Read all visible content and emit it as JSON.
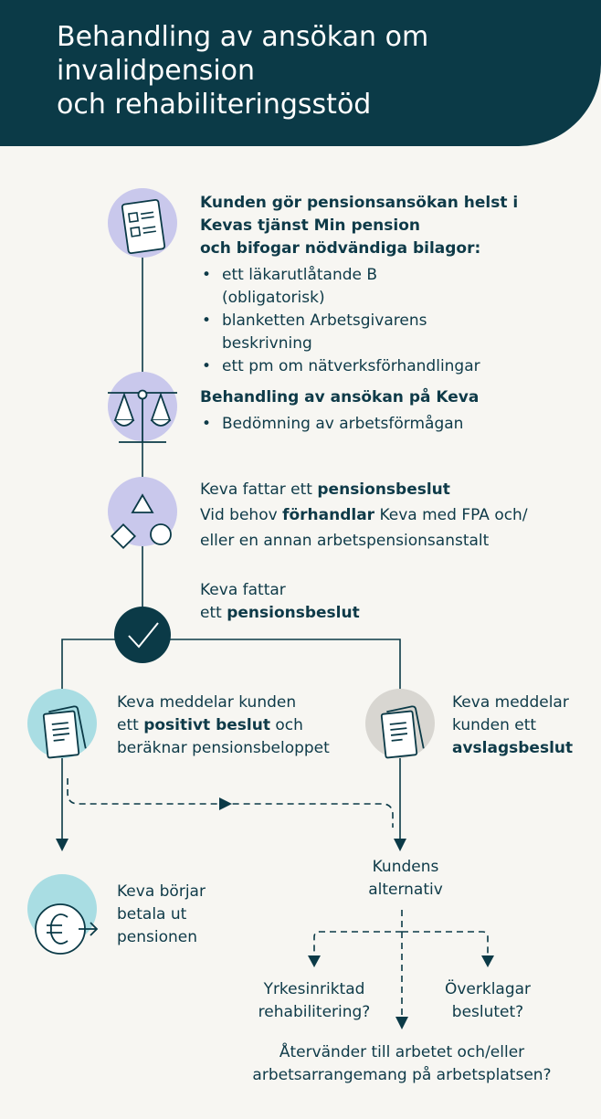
{
  "header": {
    "title_lines": [
      "Behandling av ansökan om",
      "invalidpension",
      "och rehabiliteringsstöd"
    ]
  },
  "colors": {
    "dark_teal": "#0b3a47",
    "lavender": "#c9c8ec",
    "light_blue": "#a9dde3",
    "grey": "#d8d6d1",
    "background": "#f7f6f2"
  },
  "icons": {
    "step1": "form-document-icon",
    "step2": "scales-icon",
    "step3": "shapes-icon",
    "step4": "checkmark-icon",
    "positive": "document-stack-icon",
    "rejection": "document-stack-icon",
    "payment": "euro-arrow-icon"
  },
  "steps": {
    "application": {
      "heading_lines": [
        "Kunden gör pensionsansökan helst i",
        "Kevas tjänst Min pension",
        "och bifogar nödvändiga bilagor:"
      ],
      "bullets": [
        "ett läkarutlåtande B (obligatorisk)",
        "blanketten Arbetsgivarens beskrivning",
        "ett pm om nätverksförhandlingar"
      ]
    },
    "processing": {
      "heading": "Behandling av ansökan på Keva",
      "bullets": [
        "Bedömning av arbetsförmågan"
      ]
    },
    "negotiation": {
      "line1_prefix": "Keva fattar ett ",
      "line1_bold": "pensionsbeslut",
      "line2_prefix": "Vid behov ",
      "line2_bold": "förhandlar",
      "line2_suffix": " Keva med FPA och/",
      "line3": "eller en annan arbetspensionsanstalt"
    },
    "decision": {
      "line1": "Keva fattar",
      "line2_prefix": "ett ",
      "line2_bold": "pensionsbeslut"
    },
    "positive": {
      "line1": "Keva meddelar kunden",
      "line2_prefix": "ett ",
      "line2_bold": "positivt beslut",
      "line2_suffix": " och",
      "line3": "beräknar pensionsbeloppet"
    },
    "rejection": {
      "line1": "Keva meddelar",
      "line2": "kunden ett",
      "line3_bold": "avslagsbeslut"
    },
    "payment": {
      "lines": [
        "Keva börjar",
        "betala ut",
        "pensionen"
      ]
    },
    "options": {
      "title_lines": [
        "Kundens",
        "alternativ"
      ],
      "rehab_lines": [
        "Yrkesinriktad",
        "rehabilitering?"
      ],
      "appeal_lines": [
        "Överklagar",
        "beslutet?"
      ],
      "return_lines": [
        "Återvänder till arbetet och/eller",
        "arbetsarrangemang på arbetsplatsen?"
      ]
    }
  }
}
